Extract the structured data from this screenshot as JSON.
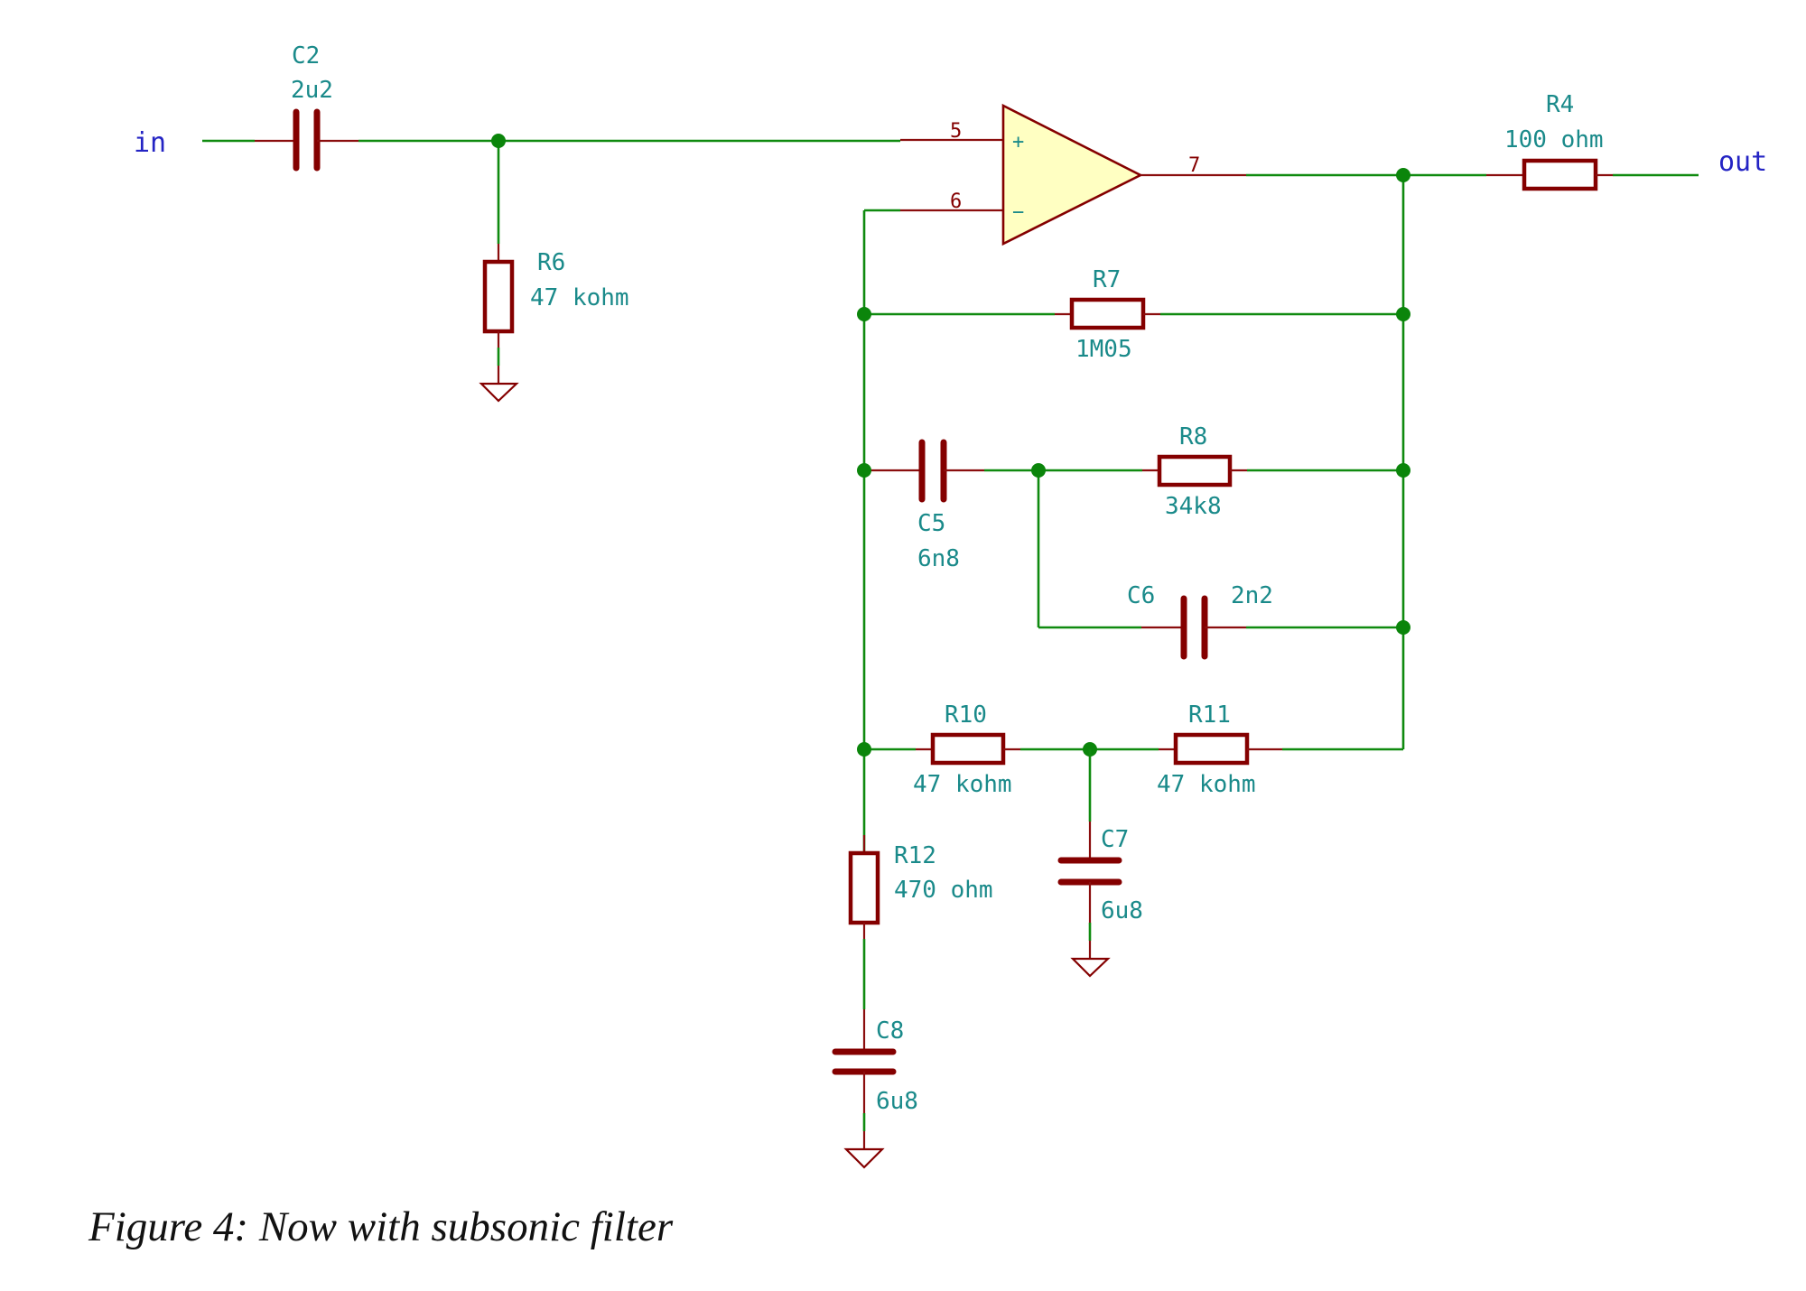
{
  "figure": {
    "caption": "Figure 4: Now with subsonic filter"
  },
  "ports": {
    "input": "in",
    "output": "out"
  },
  "opamp": {
    "pin_noninverting": "5",
    "pin_inverting": "6",
    "pin_output": "7",
    "plus_sign": "+",
    "minus_sign": "−"
  },
  "components": {
    "C2": {
      "ref": "C2",
      "value": "2u2"
    },
    "R6": {
      "ref": "R6",
      "value": "47 kohm"
    },
    "R4": {
      "ref": "R4",
      "value": "100 ohm"
    },
    "R7": {
      "ref": "R7",
      "value": "1M05"
    },
    "R8": {
      "ref": "R8",
      "value": "34k8"
    },
    "C5": {
      "ref": "C5",
      "value": "6n8"
    },
    "C6": {
      "ref": "C6",
      "value": "2n2"
    },
    "R10": {
      "ref": "R10",
      "value": "47 kohm"
    },
    "R11": {
      "ref": "R11",
      "value": "47 kohm"
    },
    "R12": {
      "ref": "R12",
      "value": "470 ohm"
    },
    "C7": {
      "ref": "C7",
      "value": "6u8"
    },
    "C8": {
      "ref": "C8",
      "value": "6u8"
    }
  },
  "colors": {
    "wire": "#0f8a0f",
    "component": "#840000",
    "label": "#1a8a8a",
    "port_label": "#2424c4",
    "opamp_fill": "#ffffc2"
  }
}
